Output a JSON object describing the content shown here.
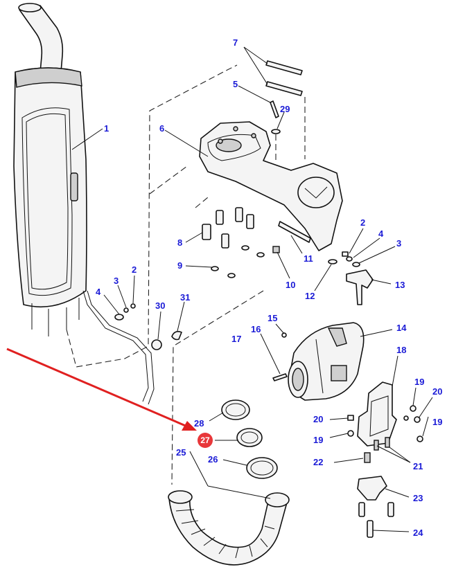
{
  "diagram": {
    "colors": {
      "label": "#1a1ad6",
      "highlight": "#e8373a",
      "arrow": "#e02020",
      "line": "#111111"
    },
    "labels": {
      "p1": "1",
      "p2a": "2",
      "p2b": "2",
      "p3a": "3",
      "p3b": "3",
      "p4a": "4",
      "p4b": "4",
      "p5": "5",
      "p6": "6",
      "p7": "7",
      "p8": "8",
      "p9": "9",
      "p10": "10",
      "p11": "11",
      "p12": "12",
      "p13": "13",
      "p14": "14",
      "p15": "15",
      "p16": "16",
      "p17": "17",
      "p18": "18",
      "p19a": "19",
      "p19b": "19",
      "p19c": "19",
      "p20a": "20",
      "p20b": "20",
      "p21": "21",
      "p22": "22",
      "p23": "23",
      "p24": "24",
      "p25": "25",
      "p26": "26",
      "p27": "27",
      "p28": "28",
      "p29": "29",
      "p30": "30",
      "p31": "31"
    },
    "highlighted_part": "27",
    "pointer_icon": "red-arrow-icon"
  }
}
